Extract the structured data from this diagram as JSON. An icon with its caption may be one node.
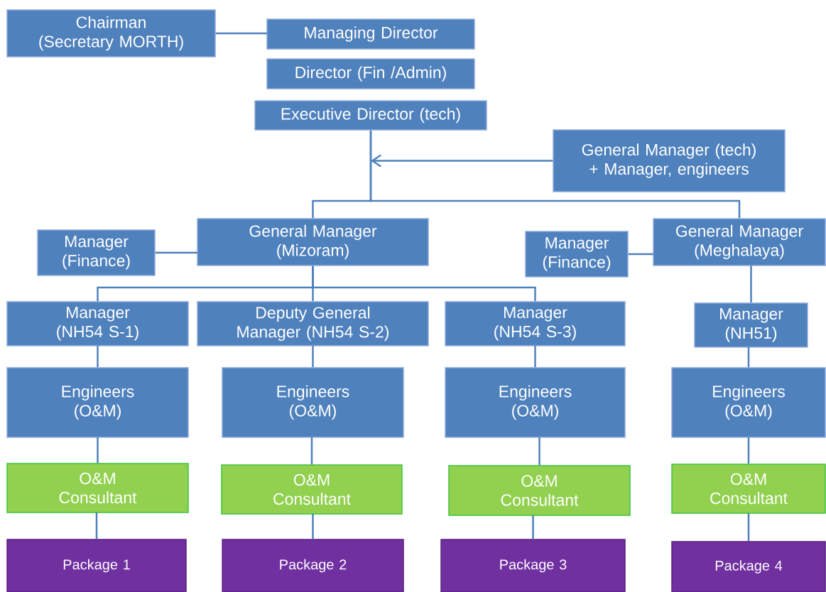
{
  "diagram": {
    "nodes": [
      {
        "text": [
          "Chairman (Secretary MORTH)"
        ]
      },
      {
        "text": [
          "Managing Director"
        ]
      },
      {
        "text": [
          "Director (Fin /Admin)"
        ]
      },
      {
        "text": [
          "Executive Director (tech)"
        ]
      },
      {
        "text": [
          "General Manager (tech) + Manager, engineers"
        ]
      },
      {
        "text": [
          "General Manager (Mizoram)"
        ]
      },
      {
        "text": [
          "Manager (Finance)"
        ]
      },
      {
        "text": [
          "Manager (Finance)"
        ]
      },
      {
        "text": [
          "General Manager (Meghalaya)"
        ]
      },
      {
        "text": [
          "Manager (NH54 S-1)"
        ]
      },
      {
        "text": [
          "Deputy General Manager (NH54 S-2)"
        ]
      },
      {
        "text": [
          "Manager (NH54 S-3)"
        ]
      },
      {
        "text": [
          "Manager (NH51)"
        ]
      },
      {
        "text": [
          "Engineers (O&M)"
        ]
      },
      {
        "text": [
          "Engineers (O&M)"
        ]
      },
      {
        "text": [
          "Engineers (O&M)"
        ]
      },
      {
        "text": [
          "Engineers (O&M)"
        ]
      },
      {
        "text": [
          "O&M Consultant"
        ]
      },
      {
        "text": [
          "O&M Consultant"
        ]
      },
      {
        "text": [
          "O&M Consultant"
        ]
      },
      {
        "text": [
          "O&M Consultant"
        ]
      },
      {
        "text": [
          "Package 1"
        ]
      },
      {
        "text": [
          "Package 2"
        ]
      },
      {
        "text": [
          "Package 3"
        ]
      },
      {
        "text": [
          "Package 4"
        ]
      }
    ],
    "edges": [
      {
        "from": 0,
        "to": 1,
        "arrow": "none"
      },
      {
        "from": 4,
        "to": null,
        "arrow": "to"
      },
      {
        "from": 3,
        "to": 5,
        "arrow": "none"
      },
      {
        "from": 3,
        "to": 8,
        "arrow": "none"
      },
      {
        "from": 6,
        "to": 5,
        "arrow": "none"
      },
      {
        "from": 7,
        "to": 8,
        "arrow": "none"
      },
      {
        "from": 5,
        "to": 9,
        "arrow": "none"
      },
      {
        "from": 5,
        "to": 10,
        "arrow": "none"
      },
      {
        "from": 5,
        "to": 11,
        "arrow": "none"
      },
      {
        "from": 8,
        "to": 12,
        "arrow": "none"
      },
      {
        "from": 9,
        "to": 13,
        "arrow": "none"
      },
      {
        "from": 10,
        "to": 14,
        "arrow": "none"
      },
      {
        "from": 11,
        "to": 15,
        "arrow": "none"
      },
      {
        "from": 12,
        "to": 16,
        "arrow": "none"
      },
      {
        "from": 13,
        "to": 17,
        "arrow": "none"
      },
      {
        "from": 14,
        "to": 18,
        "arrow": "none"
      },
      {
        "from": 15,
        "to": 19,
        "arrow": "none"
      },
      {
        "from": 16,
        "to": 20,
        "arrow": "none"
      },
      {
        "from": 17,
        "to": 21,
        "arrow": "none"
      },
      {
        "from": 18,
        "to": 22,
        "arrow": "none"
      },
      {
        "from": 19,
        "to": 23,
        "arrow": "none"
      },
      {
        "from": 20,
        "to": 24,
        "arrow": "none"
      }
    ]
  }
}
